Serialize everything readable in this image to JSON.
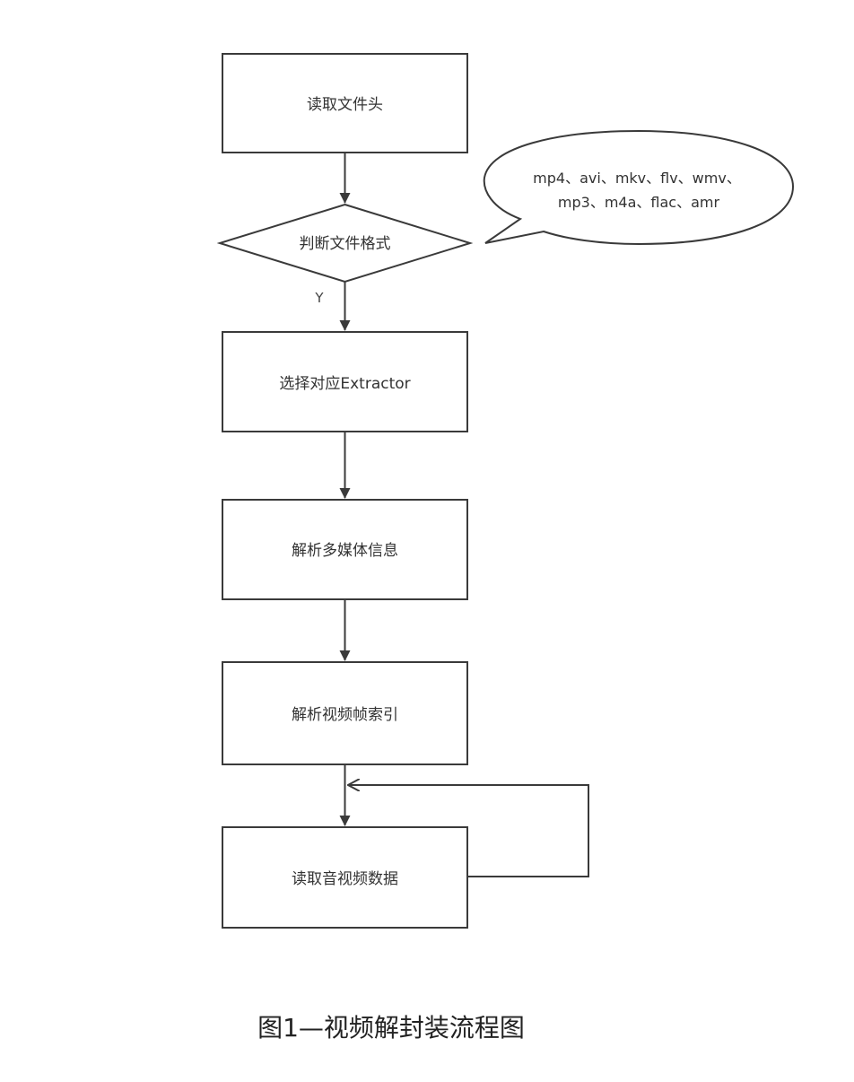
{
  "nodes": {
    "read_header": "读取文件头",
    "judge_format": "判断文件格式",
    "select_extractor": "选择对应Extractor",
    "parse_media_info": "解析多媒体信息",
    "parse_frame_index": "解析视频帧索引",
    "read_av_data": "读取音视频数据"
  },
  "callout": {
    "line1": "mp4、avi、mkv、flv、wmv、",
    "line2": "mp3、m4a、flac、amr"
  },
  "branch_label": "Y",
  "caption": "图1—视频解封装流程图",
  "colors": {
    "stroke": "#3a3a3a",
    "text": "#333333",
    "background": "#ffffff"
  }
}
